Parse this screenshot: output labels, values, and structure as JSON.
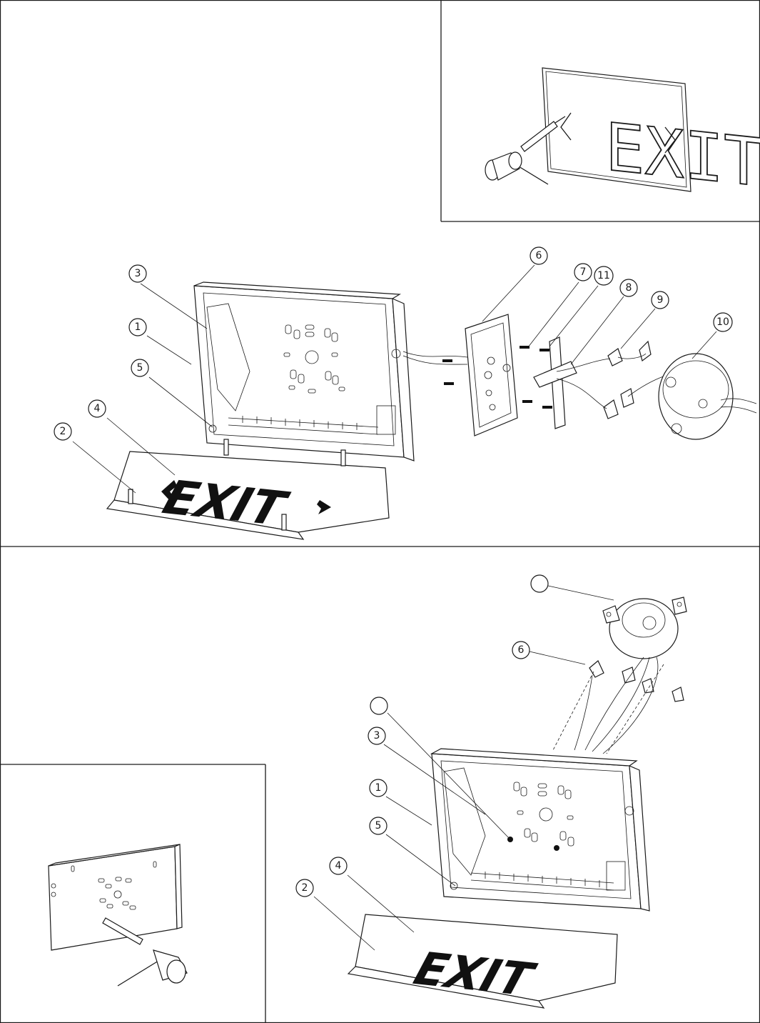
{
  "panels": {
    "top_left": "",
    "top_right_sign_text": "EXIT",
    "bottom_left": ""
  },
  "exploded_view_top": {
    "callouts": [
      "1",
      "2",
      "3",
      "4",
      "5",
      "6",
      "7",
      "8",
      "9",
      "10",
      "11"
    ],
    "panel_text": "EXIT"
  },
  "exploded_view_bottom": {
    "callouts": [
      "1",
      "2",
      "3",
      "4",
      "5",
      "6",
      "",
      ""
    ],
    "panel_text": "EXIT"
  }
}
